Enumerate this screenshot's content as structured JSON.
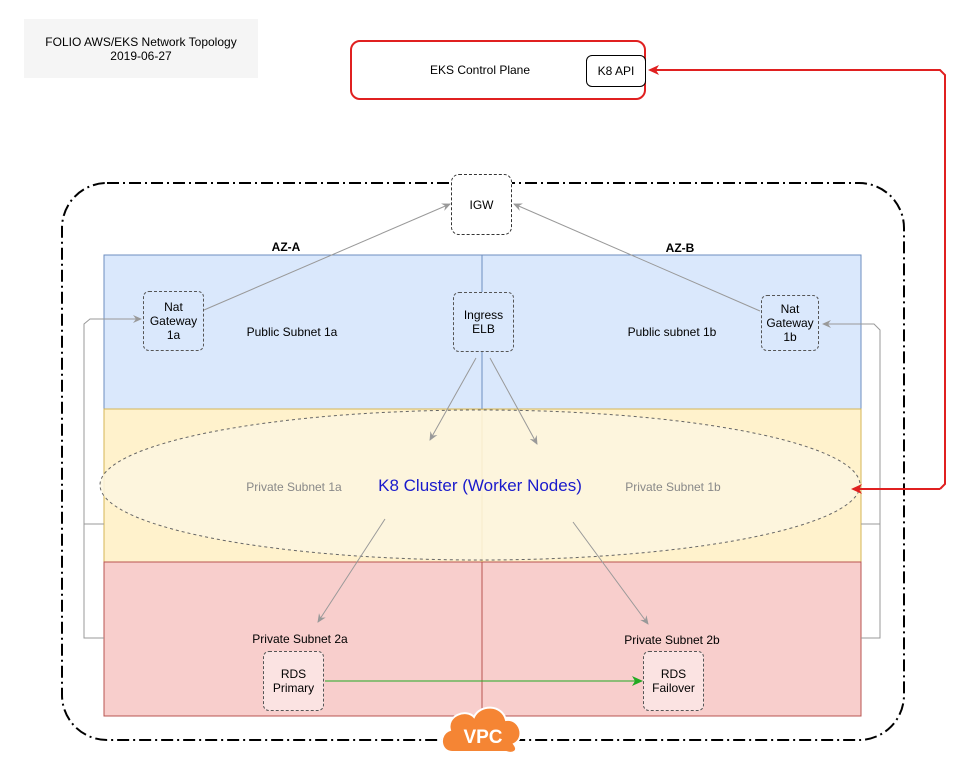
{
  "title": {
    "line1": "FOLIO AWS/EKS Network Topology",
    "line2": "2019-06-27"
  },
  "control_plane": {
    "label": "EKS Control Plane",
    "api_label": "K8 API"
  },
  "igw": {
    "label": "IGW"
  },
  "az": {
    "a": "AZ-A",
    "b": "AZ-B"
  },
  "subnets": {
    "public_1a": "Public Subnet 1a",
    "public_1b": "Public subnet 1b",
    "private_1a": "Private Subnet 1a",
    "private_1b": "Private Subnet 1b",
    "private_2a": "Private Subnet 2a",
    "private_2b": "Private Subnet 2b"
  },
  "nodes": {
    "nat_a": [
      "Nat",
      "Gateway",
      "1a"
    ],
    "nat_b": [
      "Nat",
      "Gateway",
      "1b"
    ],
    "ingress": [
      "Ingress",
      "ELB"
    ],
    "rds_primary": [
      "RDS",
      "Primary"
    ],
    "rds_failover": [
      "RDS",
      "Failover"
    ]
  },
  "cluster": {
    "label": "K8 Cluster (Worker Nodes)"
  },
  "vpc": {
    "label": "VPC"
  },
  "colors": {
    "public": "#dae8fc",
    "public_border": "#6c8ebf",
    "private1": "#fff2cc",
    "private1_border": "#d6b656",
    "private2": "#f8cecc",
    "private2_border": "#b85450",
    "red": "#e02020",
    "green": "#22aa22",
    "gray_arrow": "#999999",
    "cluster_text": "#1a1acc",
    "vpc": "#f58534"
  }
}
